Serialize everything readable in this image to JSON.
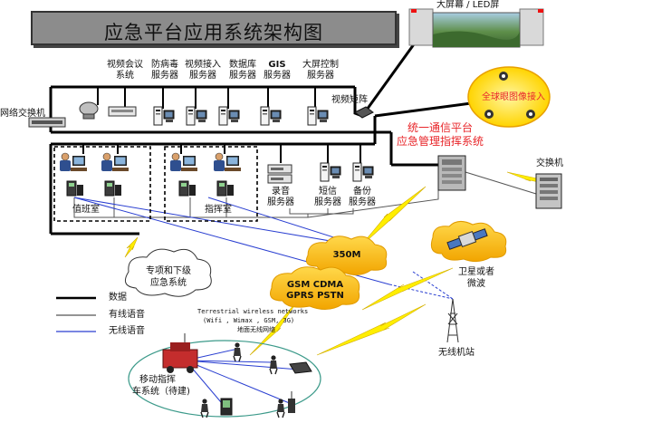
{
  "title": "应急平台应用系统架构图",
  "bigscreen": "大屏幕 / LED屏",
  "top_servers": [
    {
      "id": "video-conf",
      "lines": [
        "视频会议",
        "系统"
      ]
    },
    {
      "id": "antivirus",
      "lines": [
        "防病毒",
        "服务器"
      ]
    },
    {
      "id": "video-in",
      "lines": [
        "视频接入",
        "服务器"
      ]
    },
    {
      "id": "database",
      "lines": [
        "数据库",
        "服务器"
      ]
    },
    {
      "id": "gis",
      "lines": [
        "GIS",
        "服务器"
      ]
    },
    {
      "id": "bigscreen-ctrl",
      "lines": [
        "大屏控制",
        "服务器"
      ]
    }
  ],
  "network_switch": "网络交换机",
  "video_matrix": "视频矩阵",
  "global_eye": "全球眼图像接入",
  "platform_lines": [
    "统一通信平台",
    "应急管理指挥系统"
  ],
  "switch": "交换机",
  "duty_room": "值班室",
  "command_room": "指挥室",
  "bottom_servers": [
    {
      "id": "recording",
      "lines": [
        "录音",
        "服务器"
      ]
    },
    {
      "id": "sms",
      "lines": [
        "短信",
        "服务器"
      ]
    },
    {
      "id": "backup",
      "lines": [
        "备份",
        "服务器"
      ]
    }
  ],
  "cloud_350m": "350M",
  "cloud_gsm": [
    "GSM CDMA",
    "GPRS PSTN"
  ],
  "satellite": [
    "卫星或者",
    "微波"
  ],
  "special_cloud": [
    "专项和下级",
    "应急系统"
  ],
  "legend": [
    {
      "label": "数据",
      "color": "#000000"
    },
    {
      "label": "有线语音",
      "color": "#555555"
    },
    {
      "label": "无线语音",
      "color": "#2a3fd1"
    }
  ],
  "terrestrial": [
    "Terrestrial wireless networks",
    "(Wifi , Wimax , GSM, 3G)",
    "地面无线网络"
  ],
  "mobile": [
    "移动指挥",
    "车系统（待建)"
  ],
  "base_station": "无线机站"
}
